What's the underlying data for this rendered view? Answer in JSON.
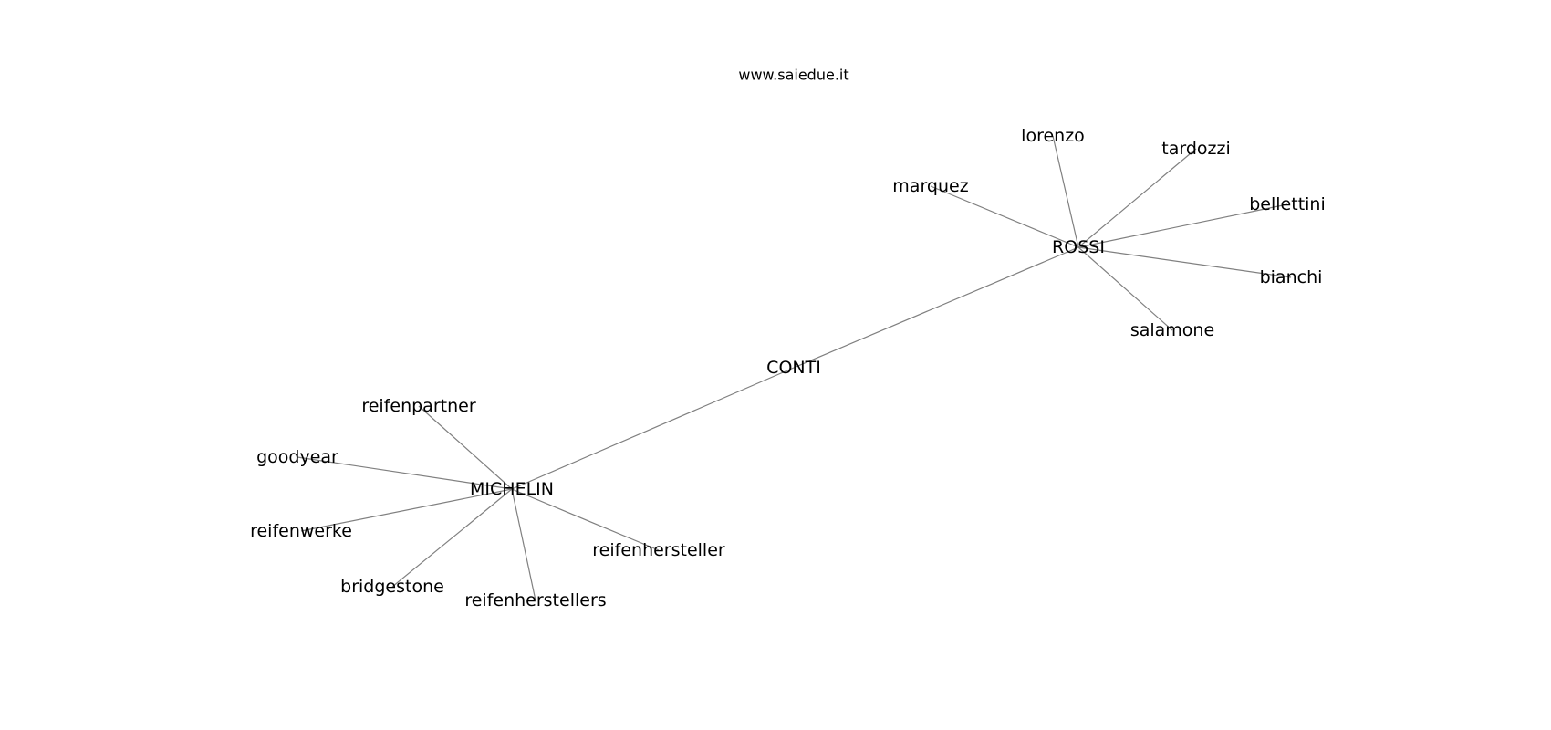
{
  "header": {
    "watermark": "www.saiedue.it"
  },
  "graph": {
    "nodes": [
      {
        "id": "conti",
        "label": "CONTI"
      },
      {
        "id": "rossi",
        "label": "ROSSI"
      },
      {
        "id": "michelin",
        "label": "MICHELIN"
      },
      {
        "id": "lorenzo",
        "label": "lorenzo"
      },
      {
        "id": "tardozzi",
        "label": "tardozzi"
      },
      {
        "id": "marquez",
        "label": "marquez"
      },
      {
        "id": "bellettini",
        "label": "bellettini"
      },
      {
        "id": "bianchi",
        "label": "bianchi"
      },
      {
        "id": "salamone",
        "label": "salamone"
      },
      {
        "id": "reifenpartner",
        "label": "reifenpartner"
      },
      {
        "id": "goodyear",
        "label": "goodyear"
      },
      {
        "id": "reifenwerke",
        "label": "reifenwerke"
      },
      {
        "id": "bridgestone",
        "label": "bridgestone"
      },
      {
        "id": "reifenherstellers",
        "label": "reifenherstellers"
      },
      {
        "id": "reifenhersteller",
        "label": "reifenhersteller"
      }
    ],
    "edges": [
      [
        "conti",
        "rossi"
      ],
      [
        "conti",
        "michelin"
      ],
      [
        "rossi",
        "lorenzo"
      ],
      [
        "rossi",
        "tardozzi"
      ],
      [
        "rossi",
        "marquez"
      ],
      [
        "rossi",
        "bellettini"
      ],
      [
        "rossi",
        "bianchi"
      ],
      [
        "rossi",
        "salamone"
      ],
      [
        "michelin",
        "reifenpartner"
      ],
      [
        "michelin",
        "goodyear"
      ],
      [
        "michelin",
        "reifenwerke"
      ],
      [
        "michelin",
        "bridgestone"
      ],
      [
        "michelin",
        "reifenherstellers"
      ],
      [
        "michelin",
        "reifenhersteller"
      ]
    ]
  }
}
